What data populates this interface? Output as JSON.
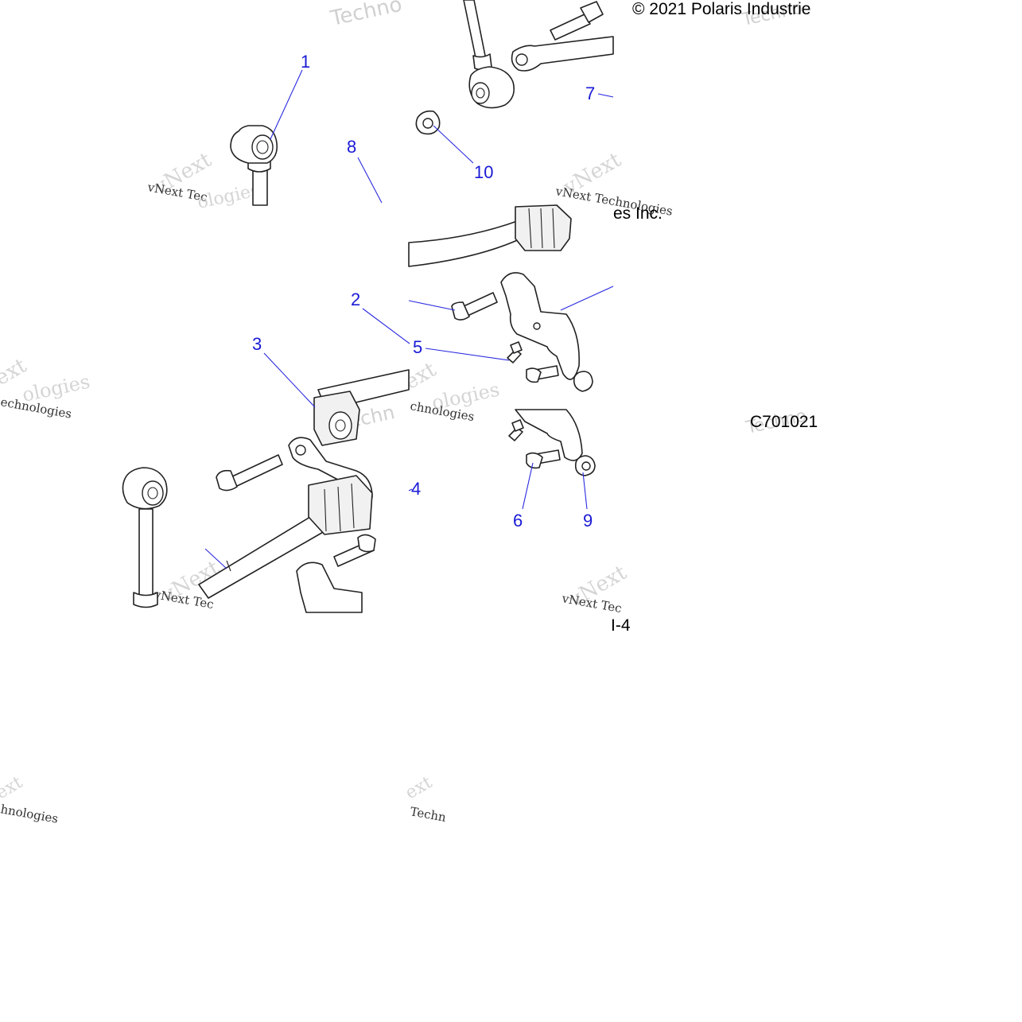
{
  "copyright": "© 2021 Polaris Industrie",
  "copyright_fragment": "es Inc.",
  "figure_code": "C701021",
  "fragment_right": "I-4",
  "callouts": [
    {
      "id": "1",
      "label": "1"
    },
    {
      "id": "2",
      "label": "2"
    },
    {
      "id": "3",
      "label": "3"
    },
    {
      "id": "4",
      "label": "4"
    },
    {
      "id": "5",
      "label": "5"
    },
    {
      "id": "6",
      "label": "6"
    },
    {
      "id": "7",
      "label": "7"
    },
    {
      "id": "8",
      "label": "8"
    },
    {
      "id": "9",
      "label": "9"
    },
    {
      "id": "10",
      "label": "10"
    }
  ],
  "watermarks": {
    "technologies": "Technologies",
    "techno": "Techno",
    "vnext": "vNext",
    "vnext_tec": "vNext Tec",
    "vnext_technologies": "vNext Technologies",
    "ext": "ext",
    "hnologies": "hnologies",
    "echnologies": "echnologies",
    "ologies": "ologies",
    "techn": "Techn",
    "chnologies": "chnologies"
  }
}
